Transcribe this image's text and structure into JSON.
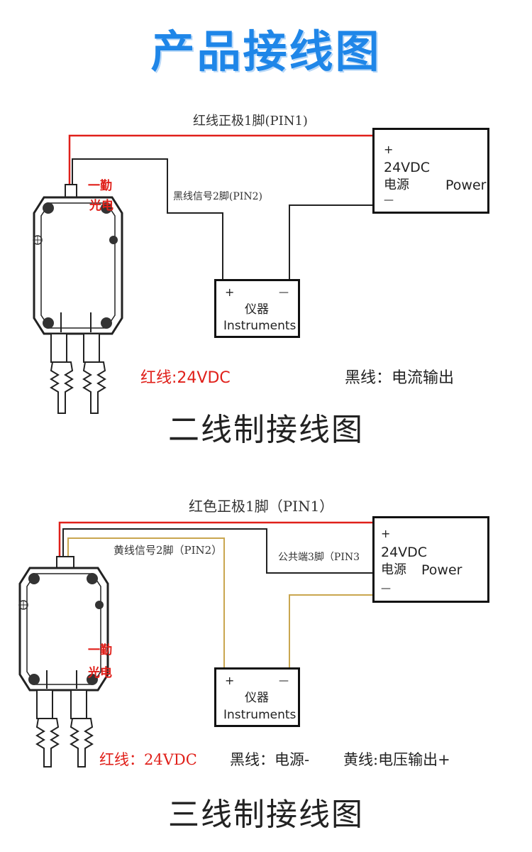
{
  "page_title": "产品接线图",
  "two_wire": {
    "red_wire_label": "红线正极1脚(PIN1)",
    "black_wire_label": "黑线信号2脚(PIN2)",
    "power": {
      "plus": "+",
      "voltage": "24VDC",
      "name_cn": "电源",
      "name_en": "Power",
      "minus": "—"
    },
    "instrument": {
      "plus": "+",
      "minus": "—",
      "name_cn": "仪器",
      "name_en": "Instruments"
    },
    "brand_top": "一勤",
    "brand_bottom": "光电",
    "legend_red": "红线:24VDC",
    "legend_black": "黑线：电流输出",
    "caption": "二线制接线图",
    "colors": {
      "red": "#e0201a",
      "black": "#222222"
    }
  },
  "three_wire": {
    "red_wire_label": "红色正极1脚（PIN1）",
    "yellow_wire_label": "黄线信号2脚（PIN2）",
    "black_wire_label": "公共端3脚（PIN3",
    "power": {
      "plus": "+",
      "voltage": "24VDC",
      "name_cn": "电源",
      "name_en": "Power",
      "minus": "—"
    },
    "instrument": {
      "plus": "+",
      "minus": "—",
      "name_cn": "仪器",
      "name_en": "Instruments"
    },
    "brand_top": "一勤",
    "brand_bottom": "光电",
    "legend_red": "红线：24VDC",
    "legend_black": "黑线：电源-",
    "legend_yellow": "黄线:电压输出+",
    "caption": "三线制接线图",
    "colors": {
      "red": "#e0201a",
      "black": "#222222",
      "yellow": "#c9a64f"
    }
  }
}
